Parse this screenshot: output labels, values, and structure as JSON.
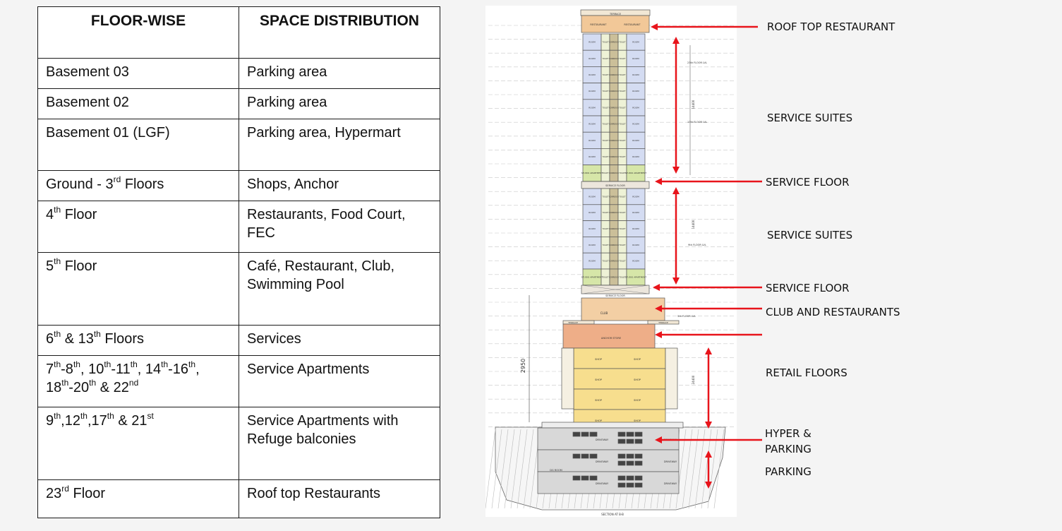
{
  "table": {
    "headers": [
      "FLOOR-WISE",
      "SPACE DISTRIBUTION"
    ],
    "rows": [
      {
        "floor": [
          {
            "t": "Basement 03"
          }
        ],
        "space": [
          "Parking area"
        ],
        "h": 43
      },
      {
        "floor": [
          {
            "t": "Basement 02"
          }
        ],
        "space": [
          "Parking area"
        ],
        "h": 43
      },
      {
        "floor": [
          {
            "t": "Basement 01 (LGF)"
          }
        ],
        "space": [
          "Parking area, Hypermart"
        ],
        "h": 73
      },
      {
        "floor": [
          {
            "t": "Ground - 3"
          },
          {
            "s": "rd"
          },
          {
            "t": " Floors"
          }
        ],
        "space": [
          "Shops, Anchor"
        ],
        "h": 43
      },
      {
        "floor": [
          {
            "t": "4"
          },
          {
            "s": "th"
          },
          {
            "t": " Floor"
          }
        ],
        "space": [
          "Restaurants, Food Court,",
          "FEC"
        ],
        "h": 73
      },
      {
        "floor": [
          {
            "t": "5"
          },
          {
            "s": "th"
          },
          {
            "t": " Floor"
          }
        ],
        "space": [
          "Café, Restaurant, Club,",
          "Swimming Pool"
        ],
        "h": 103
      },
      {
        "floor": [
          {
            "t": "6"
          },
          {
            "s": "th"
          },
          {
            "t": " & 13"
          },
          {
            "s": "th"
          },
          {
            "t": " Floors"
          }
        ],
        "space": [
          "Services"
        ],
        "h": 43
      },
      {
        "floor": [
          {
            "t": "7"
          },
          {
            "s": "th"
          },
          {
            "t": "-8"
          },
          {
            "s": "th"
          },
          {
            "t": ", 10"
          },
          {
            "s": "th"
          },
          {
            "t": "-11"
          },
          {
            "s": "th"
          },
          {
            "t": ", 14"
          },
          {
            "s": "th"
          },
          {
            "t": "-16"
          },
          {
            "s": "th"
          },
          {
            "t": ","
          },
          {
            "br": true
          },
          {
            "t": "18"
          },
          {
            "s": "th"
          },
          {
            "t": "-20"
          },
          {
            "s": "th"
          },
          {
            "t": " & 22"
          },
          {
            "s": "nd"
          }
        ],
        "space": [
          "Service Apartments"
        ],
        "h": 73
      },
      {
        "floor": [
          {
            "t": "9"
          },
          {
            "s": "th"
          },
          {
            "t": ",12"
          },
          {
            "s": "th"
          },
          {
            "t": ",17"
          },
          {
            "s": "th"
          },
          {
            "t": " & 21"
          },
          {
            "s": "st"
          }
        ],
        "space": [
          "Service Apartments with",
          "Refuge balconies"
        ],
        "h": 103
      },
      {
        "floor": [
          {
            "t": "23"
          },
          {
            "s": "rd"
          },
          {
            "t": " Floor"
          }
        ],
        "space": [
          "Roof top Restaurants"
        ],
        "h": 54
      }
    ]
  },
  "labels": {
    "roof_top_restaurant": "ROOF TOP RESTAURANT",
    "service_suites_upper": "SERVICE SUITES",
    "service_floor_upper": "SERVICE FLOOR",
    "service_suites_lower": "SERVICE SUITES",
    "service_floor_lower": "SERVICE FLOOR",
    "club_and_restaurants": "CLUB AND RESTAURANTS",
    "retail_floors": "RETAIL FLOORS",
    "hyper_parking_line1": "HYPER  &",
    "hyper_parking_line2": "PARKING",
    "parking": "PARKING"
  },
  "drawing": {
    "terrace": "TERRACE",
    "restaurant": "RESTAURANT",
    "room": "ROOM",
    "toilet": "TOILET",
    "corridor": "CORRIDOR",
    "studio": "STUDIO APARTMENT",
    "service_floor": "SERVICE FLOOR",
    "club": "CLUB",
    "anchor_store": "ANCHOR STORE",
    "shop": "SHOP",
    "driveway": "DRIVEWAY",
    "dg_room": "DG ROOM",
    "section": "SECTION AT B-B",
    "dim_2950": "2950",
    "dim_14400": "14400",
    "dim_24400": "24400",
    "lvl_23": "23th FLOOR LVL",
    "lvl_17": "17th FLOOR LVL",
    "lvl_9": "9th FLOOR LVL",
    "lvl_5": "5th FLOOR LVL"
  },
  "colors": {
    "arrow": "#e8141b",
    "apartment": "#d6e6a8",
    "room_blue": "#d4dcf2",
    "corridor": "#cbbf99",
    "restaurant": "#f2c898",
    "club": "#f3cfa4",
    "anchor": "#eeae88",
    "shop": "#f7de8e",
    "service": "#ece6dc",
    "basement": "#d8d8d8"
  }
}
